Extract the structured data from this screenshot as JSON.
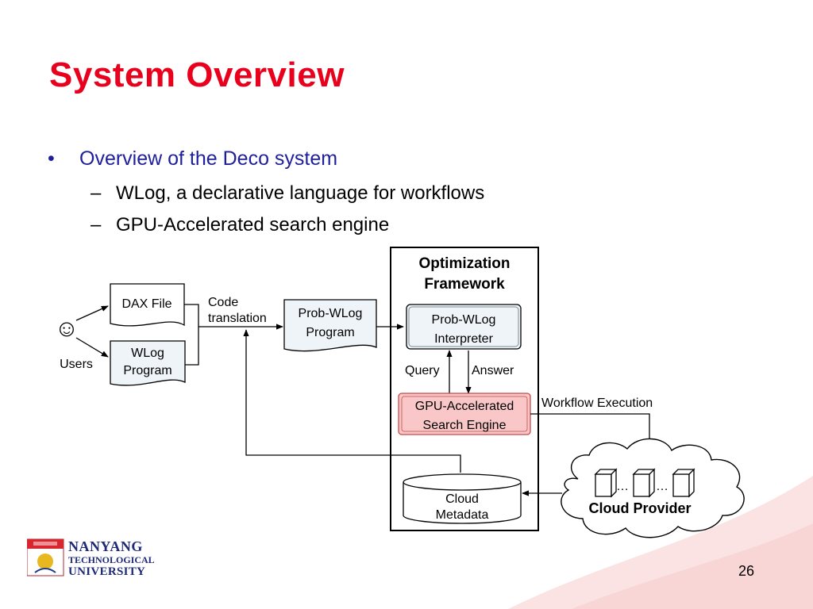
{
  "slide": {
    "title": "System Overview",
    "bullet_main": "Overview of the Deco system",
    "sub_bullets": [
      "WLog, a declarative language for workflows",
      "GPU-Accelerated search engine"
    ],
    "bullet_marker": "•",
    "dash_marker": "–",
    "page_number": "26"
  },
  "diagram": {
    "users_label": "Users",
    "smiley": "☺",
    "dax_file": "DAX File",
    "wlog_program": [
      "WLog",
      "Program"
    ],
    "code_translation": [
      "Code",
      "translation"
    ],
    "prob_wlog_program": [
      "Prob-WLog",
      "Program"
    ],
    "framework_title": [
      "Optimization",
      "Framework"
    ],
    "interpreter": [
      "Prob-WLog",
      "Interpreter"
    ],
    "query": "Query",
    "answer": "Answer",
    "search_engine": [
      "GPU-Accelerated",
      "Search Engine"
    ],
    "workflow_execution": "Workflow Execution",
    "cloud_metadata": [
      "Cloud",
      "Metadata"
    ],
    "cloud_provider": "Cloud Provider",
    "ellipsis": "…",
    "colors": {
      "doc_fill": "#eef4f8",
      "engine_fill": "#f9c7c7",
      "engine_stroke": "#c84a4a",
      "title_red": "#e8001c",
      "bullet_blue": "#1f1f9c"
    }
  },
  "logo": {
    "line1": "NANYANG",
    "line2": "TECHNOLOGICAL",
    "line3": "UNIVERSITY"
  }
}
